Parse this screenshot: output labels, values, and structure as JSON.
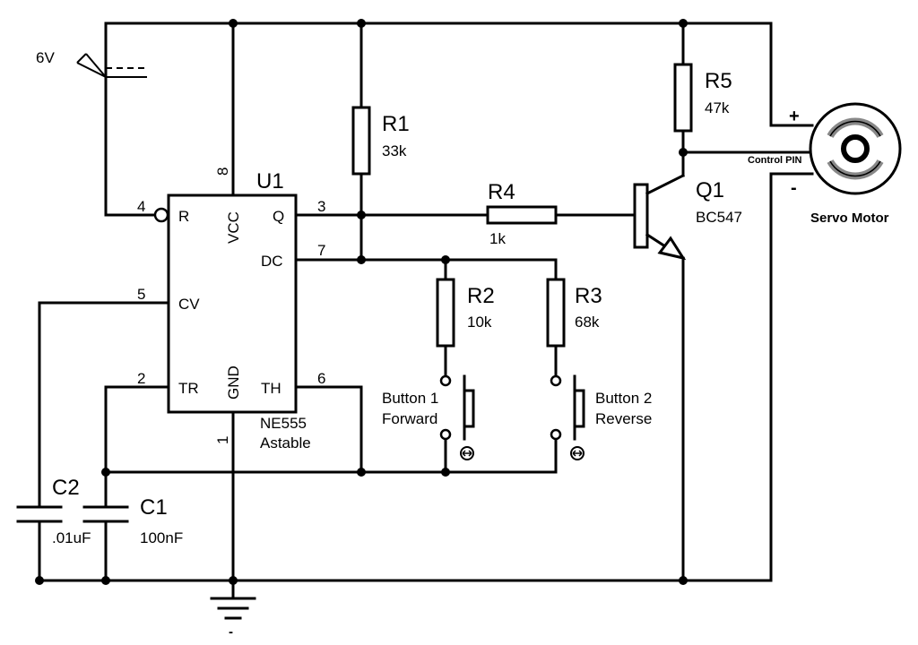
{
  "supply": {
    "label": "6V"
  },
  "ic": {
    "ref": "U1",
    "part": "NE555",
    "mode": "Astable",
    "pins": {
      "r": {
        "name": "R",
        "num": "4"
      },
      "vcc": {
        "name": "VCC",
        "num": "8"
      },
      "q": {
        "name": "Q",
        "num": "3"
      },
      "dc": {
        "name": "DC",
        "num": "7"
      },
      "cv": {
        "name": "CV",
        "num": "5"
      },
      "tr": {
        "name": "TR",
        "num": "2"
      },
      "gnd": {
        "name": "GND",
        "num": "1"
      },
      "th": {
        "name": "TH",
        "num": "6"
      }
    }
  },
  "r1": {
    "ref": "R1",
    "value": "33k"
  },
  "r2": {
    "ref": "R2",
    "value": "10k"
  },
  "r3": {
    "ref": "R3",
    "value": "68k"
  },
  "r4": {
    "ref": "R4",
    "value": "1k"
  },
  "r5": {
    "ref": "R5",
    "value": "47k"
  },
  "q1": {
    "ref": "Q1",
    "part": "BC547"
  },
  "c1": {
    "ref": "C1",
    "value": "100nF"
  },
  "c2": {
    "ref": "C2",
    "value": ".01uF"
  },
  "button1": {
    "line1": "Button 1",
    "line2": "Forward"
  },
  "button2": {
    "line1": "Button 2",
    "line2": "Reverse"
  },
  "motor": {
    "label": "Servo Motor",
    "control_pin": "Control PIN",
    "plus": "+",
    "minus": "-"
  },
  "ground": {
    "label": "-"
  }
}
